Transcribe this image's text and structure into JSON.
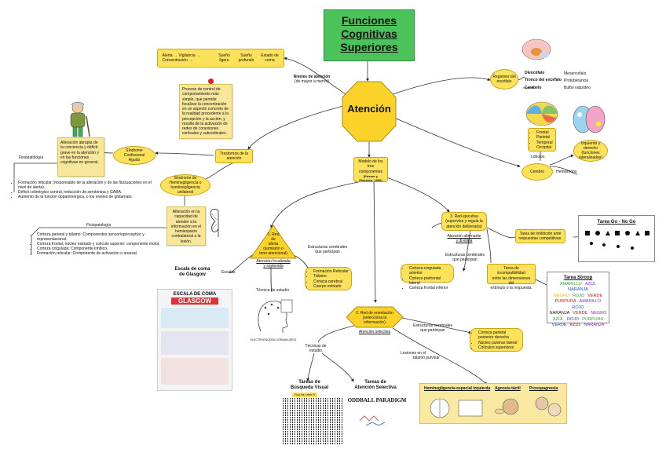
{
  "title": [
    "Funciones",
    "Cognitivas",
    "Superiores"
  ],
  "center": "Atención",
  "alert_chain": [
    "Alerta → Vigilancia → Concentración →",
    "Sueño ligero",
    "Sueño profundo",
    "Estado de coma"
  ],
  "levels_label": [
    "Niveles de atención",
    "(de mayor a menor)"
  ],
  "definition_note": "Proceso de control de comportamiento más simple, que permite focalizar la concentración en un aspecto concreto de la realidad procedente a la percepción y la acción, y resulta de la activación de redes de conexiones corticales y subcorticales.",
  "trastornos": [
    "Trastornos de la",
    "atención"
  ],
  "sindrome_confusional": [
    "Síndrome",
    "Confusional",
    "Agudo"
  ],
  "confusional_note": "Alteración abrupta de la conciencia y déficit grave en la atención y en las funciones cognitivas en general.",
  "fisiopatologia_1": "Fisiopatología",
  "fisio_list_1": [
    "Formación reticular (responsable de la alteración y de las fluctuaciones en el nivel de alerta).",
    "Déficit colinérgico central, reducción de serotonina y GABA.",
    "Aumento de la función dopaminérgica, o los niveles de glutamato."
  ],
  "heminegligencia": [
    "Síndrome de",
    "Heminegligencia o",
    "hemiinegligencia unilateral"
  ],
  "hemi_note": "Alteración en la capacidad de atender a la información en el hemiespacio contralateral a la lesión.",
  "fisiopatologia_2": "Fisiopatología",
  "fisio_list_2": [
    "Corteza parietal y tálamo: Componentes sensorioperceptivo y representacional.",
    "Corteza frontal, núcleo estriado y colículo superior: componente motor.",
    "Corteza cingulada: Componente límbico.",
    "Formación reticular: Componente de activación o arousal."
  ],
  "modelo": [
    "Modelo de los",
    "tres",
    "componentes",
    "(Posner y",
    "Petersen, 1990)"
  ],
  "regiones": [
    "Regiones del",
    "encéfalo"
  ],
  "brain_regions": [
    "Diencéfalo",
    "Tronco del encéfalo",
    "Cerebelo"
  ],
  "tronco_parts": [
    "Mesencéfalo",
    "Protuberancia",
    "Bulbo raquídeo"
  ],
  "lobulos_list": [
    "Frontal",
    "Parietal",
    "Temporal",
    "Occipital"
  ],
  "lobulos_label": "Lóbulos",
  "hemisferios_box": [
    "Izquierdo y derecho",
    "(funciones lateralizadas)"
  ],
  "hemisferios_label": "Hemisferios",
  "cerebro": "Cerebro",
  "red1": [
    "1. Red",
    "de",
    "alerta",
    "(sumisión o",
    "tono atencional)"
  ],
  "red1_sub": [
    "Atención focalizada",
    "y sostenida"
  ],
  "estructuras_1": [
    "Estructuras cerebrales",
    "que participan"
  ],
  "red1_list": [
    "Formación Reticular",
    "Tálamo",
    "Corteza cerebral",
    "Cuerpo estriado"
  ],
  "escalas": "Escalas",
  "glasgow": [
    "Escala de coma",
    "de Glasgow"
  ],
  "glasgow_poster": [
    "ESCALA DE COMA",
    "GLASGOW"
  ],
  "tecnica": "Técnica de estudio",
  "eeg": "ELECTROENCEFALOGRAMA (EEG)",
  "red2": [
    "2. Red de orientación",
    "(selecciona la información)"
  ],
  "red2_sub": "Atención selectiva",
  "estructuras_2": [
    "Estructuras cerebrales",
    "que participan"
  ],
  "red2_list": [
    "Corteza parietal posterior derecha",
    "Núcleo pulvinar lateral",
    "Colículos superiores"
  ],
  "tecnicas": [
    "Técnicas de",
    "estudio"
  ],
  "lesiones": [
    "Lesiones en el",
    "tálamo pulvinar"
  ],
  "busqueda": [
    "Tareas de",
    "Búsqueda Visual"
  ],
  "busqueda_tag": "Find the Letter R",
  "seleccion": [
    "Tareas de",
    "Atención Selectiva"
  ],
  "oddball": "ODDBALL PARADIGM",
  "lesion_tags": [
    "Heminegligencia espacial izquierda",
    "Agnosia táctil",
    "Prosopagnosia"
  ],
  "red3": [
    "3. Red ejecutiva",
    "(supervisa y regula la",
    "atención deliberada)"
  ],
  "red3_sub": [
    "Atención alternante",
    "y dividida"
  ],
  "estructuras_3": [
    "Estructuras cerebrales",
    "que participan"
  ],
  "red3_list": [
    "Corteza cingulada anterior",
    "Corteza prefrontal lateral",
    "Corteza frontal inferior"
  ],
  "inhibicion": [
    "Tarea de inhibición ante",
    "respuestas competitivas."
  ],
  "incompatibilidad": [
    "Tarea de incompatibilidad",
    "entre las dimensiones del",
    "estímulo o la respuesta."
  ],
  "gonogo": "Tarea Go - No Go",
  "stroop_title": "Tarea Stroop",
  "stroop_rows": [
    [
      [
        "AMARILLO",
        "#2ea52a"
      ],
      [
        "AZUL",
        "#8a2be2"
      ],
      [
        "NARANJA",
        "#1d4ed8"
      ]
    ],
    [
      [
        "NEGRO",
        "#f0b400"
      ],
      [
        "ROJO",
        "#2ea52a"
      ],
      [
        "VERDE",
        "#d11"
      ]
    ],
    [
      [
        "PURPURA",
        "#d11"
      ],
      [
        "AMARILLO",
        "#8a2be2"
      ],
      [
        "ROJO",
        "#1d4ed8"
      ]
    ],
    [
      [
        "NARANJA",
        "#111"
      ],
      [
        "VERDE",
        "#d11"
      ],
      [
        "NEGRO",
        "#8a2be2"
      ]
    ],
    [
      [
        "AZUL",
        "#2ea52a"
      ],
      [
        "ROJO",
        "#1d4ed8"
      ],
      [
        "PURPURA",
        "#2ea52a"
      ]
    ],
    [
      [
        "VERDE",
        "#1d4ed8"
      ],
      [
        "AZUL",
        "#d11"
      ],
      [
        "NARANJA",
        "#8a2be2"
      ]
    ]
  ],
  "colors": {
    "title_bg": "#4cc25a",
    "yellow": "#fbe25a",
    "yellow_border": "#c9a514",
    "note": "#f8e79a"
  }
}
